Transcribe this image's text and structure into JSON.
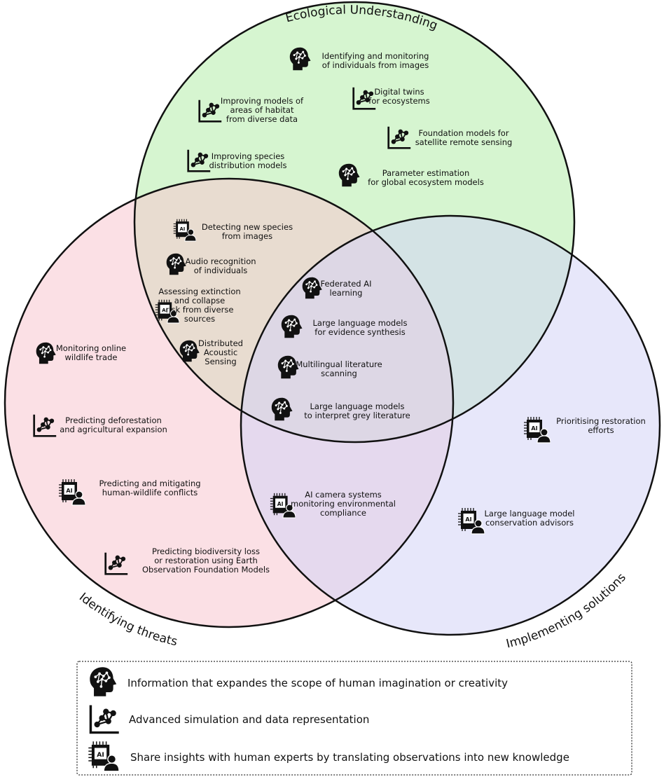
{
  "circles": {
    "ecological": {
      "label": "Ecological Understanding",
      "fill": "#c8f2c0"
    },
    "threats": {
      "label": "Identifying threats",
      "fill": "#f7c7cf"
    },
    "solutions": {
      "label": "Implementing solutions",
      "fill": "#d3d3f5"
    }
  },
  "items": [
    {
      "icon": "brain",
      "lines": [
        "Identifying and monitoring",
        "of individuals from images"
      ]
    },
    {
      "icon": "network",
      "lines": [
        "Improving models of",
        "areas of habitat",
        "from diverse data"
      ]
    },
    {
      "icon": "network",
      "lines": [
        "Digital twins",
        "for ecosystems"
      ]
    },
    {
      "icon": "network",
      "lines": [
        "Foundation models for",
        "satellite remote sensing"
      ]
    },
    {
      "icon": "network",
      "lines": [
        "Improving species",
        "distribution models"
      ]
    },
    {
      "icon": "brain",
      "lines": [
        "Parameter estimation",
        "for global ecosystem models"
      ]
    },
    {
      "icon": "ai-chip",
      "lines": [
        "Detecting new species",
        "from images"
      ]
    },
    {
      "icon": "brain",
      "lines": [
        "Audio recognition",
        "of individuals"
      ]
    },
    {
      "icon": "ai-chip",
      "lines": [
        "Assessing extinction",
        "and collapse",
        "risk from diverse",
        "sources"
      ]
    },
    {
      "icon": "brain",
      "lines": [
        "Distributed",
        "Acoustic",
        "Sensing"
      ]
    },
    {
      "icon": "brain",
      "lines": [
        "Federated AI",
        "learning"
      ]
    },
    {
      "icon": "brain",
      "lines": [
        "Large language models",
        "for evidence synthesis"
      ]
    },
    {
      "icon": "brain",
      "lines": [
        "Multilingual literature",
        "scanning"
      ]
    },
    {
      "icon": "brain",
      "lines": [
        "Large language models",
        "to interpret grey literature"
      ]
    },
    {
      "icon": "brain",
      "lines": [
        "Monitoring online",
        "wildlife trade"
      ]
    },
    {
      "icon": "network",
      "lines": [
        "Predicting deforestation",
        "and agricultural expansion"
      ]
    },
    {
      "icon": "ai-chip",
      "lines": [
        "Predicting and mitigating",
        "human-wildlife conflicts"
      ]
    },
    {
      "icon": "network",
      "lines": [
        "Predicting biodiversity loss",
        "or restoration using Earth",
        "Observation Foundation Models"
      ]
    },
    {
      "icon": "ai-chip",
      "lines": [
        "AI camera systems",
        "monitoring environmental",
        "compliance"
      ]
    },
    {
      "icon": "ai-chip",
      "lines": [
        "Prioritising restoration",
        "efforts"
      ]
    },
    {
      "icon": "ai-chip",
      "lines": [
        "Large language model",
        "conservation advisors"
      ]
    }
  ],
  "legend": [
    {
      "icon": "brain",
      "text": "Information that expandes the scope of human imagination or creativity"
    },
    {
      "icon": "network",
      "text": "Advanced simulation and data representation"
    },
    {
      "icon": "ai-chip",
      "text": "Share insights with human experts by translating observations into new knowledge"
    }
  ]
}
